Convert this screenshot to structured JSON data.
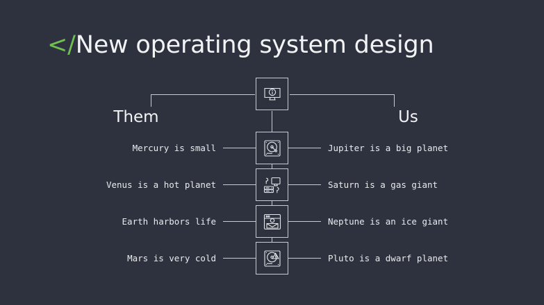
{
  "slide": {
    "background_color": "#2e323e",
    "title": {
      "code_prefix": "</",
      "text": "New operating system design",
      "accent_color": "#6fbf52",
      "text_color": "#f2f3f5"
    },
    "columns": {
      "left_heading": "Them",
      "right_heading": "Us"
    },
    "root_node": {
      "icon": "monitor-info-icon"
    },
    "rows": [
      {
        "icon": "hard-disk-drive-icon",
        "left_label": "Mercury is small",
        "right_label": "Jupiter is a big planet"
      },
      {
        "icon": "server-workstation-icon",
        "left_label": "Venus is a hot planet",
        "right_label": "Saturn is a gas giant"
      },
      {
        "icon": "mail-settings-window-icon",
        "left_label": "Earth harbors life",
        "right_label": "Neptune is an ice giant"
      },
      {
        "icon": "disk-error-warning-icon",
        "left_label": "Mars is very cold",
        "right_label": "Pluto is a dwarf planet"
      }
    ],
    "line_color": "#c8ccd4"
  }
}
